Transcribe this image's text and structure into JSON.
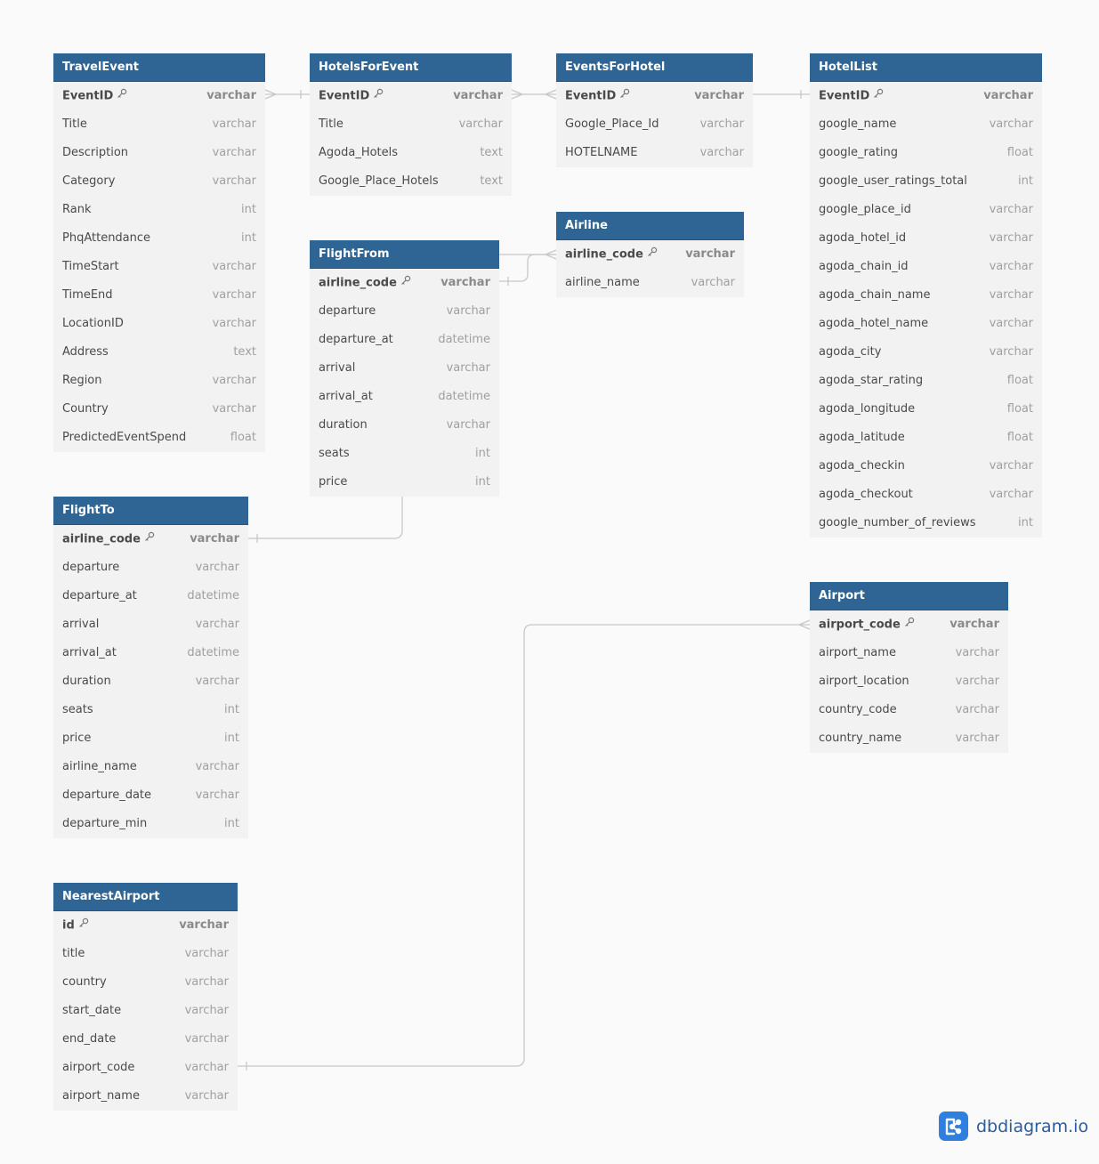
{
  "tables": [
    {
      "name": "TravelEvent",
      "fields": [
        {
          "name": "EventID",
          "type": "varchar",
          "pk": true
        },
        {
          "name": "Title",
          "type": "varchar"
        },
        {
          "name": "Description",
          "type": "varchar"
        },
        {
          "name": "Category",
          "type": "varchar"
        },
        {
          "name": "Rank",
          "type": "int"
        },
        {
          "name": "PhqAttendance",
          "type": "int"
        },
        {
          "name": "TimeStart",
          "type": "varchar"
        },
        {
          "name": "TimeEnd",
          "type": "varchar"
        },
        {
          "name": "LocationID",
          "type": "varchar"
        },
        {
          "name": "Address",
          "type": "text"
        },
        {
          "name": "Region",
          "type": "varchar"
        },
        {
          "name": "Country",
          "type": "varchar"
        },
        {
          "name": "PredictedEventSpend",
          "type": "float"
        }
      ]
    },
    {
      "name": "HotelsForEvent",
      "fields": [
        {
          "name": "EventID",
          "type": "varchar",
          "pk": true
        },
        {
          "name": "Title",
          "type": "varchar"
        },
        {
          "name": "Agoda_Hotels",
          "type": "text"
        },
        {
          "name": "Google_Place_Hotels",
          "type": "text"
        }
      ]
    },
    {
      "name": "EventsForHotel",
      "fields": [
        {
          "name": "EventID",
          "type": "varchar",
          "pk": true
        },
        {
          "name": "Google_Place_Id",
          "type": "varchar"
        },
        {
          "name": "HOTELNAME",
          "type": "varchar"
        }
      ]
    },
    {
      "name": "HotelList",
      "fields": [
        {
          "name": "EventID",
          "type": "varchar",
          "pk": true
        },
        {
          "name": "google_name",
          "type": "varchar"
        },
        {
          "name": "google_rating",
          "type": "float"
        },
        {
          "name": "google_user_ratings_total",
          "type": "int"
        },
        {
          "name": "google_place_id",
          "type": "varchar"
        },
        {
          "name": "agoda_hotel_id",
          "type": "varchar"
        },
        {
          "name": "agoda_chain_id",
          "type": "varchar"
        },
        {
          "name": "agoda_chain_name",
          "type": "varchar"
        },
        {
          "name": "agoda_hotel_name",
          "type": "varchar"
        },
        {
          "name": "agoda_city",
          "type": "varchar"
        },
        {
          "name": "agoda_star_rating",
          "type": "float"
        },
        {
          "name": "agoda_longitude",
          "type": "float"
        },
        {
          "name": "agoda_latitude",
          "type": "float"
        },
        {
          "name": "agoda_checkin",
          "type": "varchar"
        },
        {
          "name": "agoda_checkout",
          "type": "varchar"
        },
        {
          "name": "google_number_of_reviews",
          "type": "int"
        }
      ]
    },
    {
      "name": "Airline",
      "fields": [
        {
          "name": "airline_code",
          "type": "varchar",
          "pk": true
        },
        {
          "name": "airline_name",
          "type": "varchar"
        }
      ]
    },
    {
      "name": "FlightFrom",
      "fields": [
        {
          "name": "airline_code",
          "type": "varchar",
          "pk": true
        },
        {
          "name": "departure",
          "type": "varchar"
        },
        {
          "name": "departure_at",
          "type": "datetime"
        },
        {
          "name": "arrival",
          "type": "varchar"
        },
        {
          "name": "arrival_at",
          "type": "datetime"
        },
        {
          "name": "duration",
          "type": "varchar"
        },
        {
          "name": "seats",
          "type": "int"
        },
        {
          "name": "price",
          "type": "int"
        }
      ]
    },
    {
      "name": "FlightTo",
      "fields": [
        {
          "name": "airline_code",
          "type": "varchar",
          "pk": true
        },
        {
          "name": "departure",
          "type": "varchar"
        },
        {
          "name": "departure_at",
          "type": "datetime"
        },
        {
          "name": "arrival",
          "type": "varchar"
        },
        {
          "name": "arrival_at",
          "type": "datetime"
        },
        {
          "name": "duration",
          "type": "varchar"
        },
        {
          "name": "seats",
          "type": "int"
        },
        {
          "name": "price",
          "type": "int"
        },
        {
          "name": "airline_name",
          "type": "varchar"
        },
        {
          "name": "departure_date",
          "type": "varchar"
        },
        {
          "name": "departure_min",
          "type": "int"
        }
      ]
    },
    {
      "name": "Airport",
      "fields": [
        {
          "name": "airport_code",
          "type": "varchar",
          "pk": true
        },
        {
          "name": "airport_name",
          "type": "varchar"
        },
        {
          "name": "airport_location",
          "type": "varchar"
        },
        {
          "name": "country_code",
          "type": "varchar"
        },
        {
          "name": "country_name",
          "type": "varchar"
        }
      ]
    },
    {
      "name": "NearestAirport",
      "fields": [
        {
          "name": "id",
          "type": "varchar",
          "pk": true
        },
        {
          "name": "title",
          "type": "varchar"
        },
        {
          "name": "country",
          "type": "varchar"
        },
        {
          "name": "start_date",
          "type": "varchar"
        },
        {
          "name": "end_date",
          "type": "varchar"
        },
        {
          "name": "airport_code",
          "type": "varchar"
        },
        {
          "name": "airport_name",
          "type": "varchar"
        }
      ]
    }
  ],
  "relationships": [
    {
      "from": "TravelEvent.EventID",
      "to": "HotelsForEvent.EventID",
      "from_end": "many",
      "to_end": "one"
    },
    {
      "from": "HotelsForEvent.EventID",
      "to": "EventsForHotel.EventID",
      "from_end": "many",
      "to_end": "many"
    },
    {
      "from": "EventsForHotel.EventID",
      "to": "HotelList.EventID",
      "from_end": "one",
      "to_end": "one"
    },
    {
      "from": "FlightFrom.airline_code",
      "to": "Airline.airline_code",
      "from_end": "one",
      "to_end": "many"
    },
    {
      "from": "FlightFrom.airline_code",
      "to": "FlightTo.airline_code",
      "from_end": "one",
      "to_end": "one"
    },
    {
      "from": "NearestAirport.airport_code",
      "to": "Airport.airport_code",
      "from_end": "one",
      "to_end": "many"
    }
  ],
  "branding": {
    "text": "dbdiagram.io",
    "logo_icon": "share-nodes-icon",
    "accent": "#2f7fe0"
  },
  "colors": {
    "header": "#2f6594",
    "body": "#f2f2f2",
    "background": "#fafafa",
    "edge": "#c8c8c8"
  }
}
